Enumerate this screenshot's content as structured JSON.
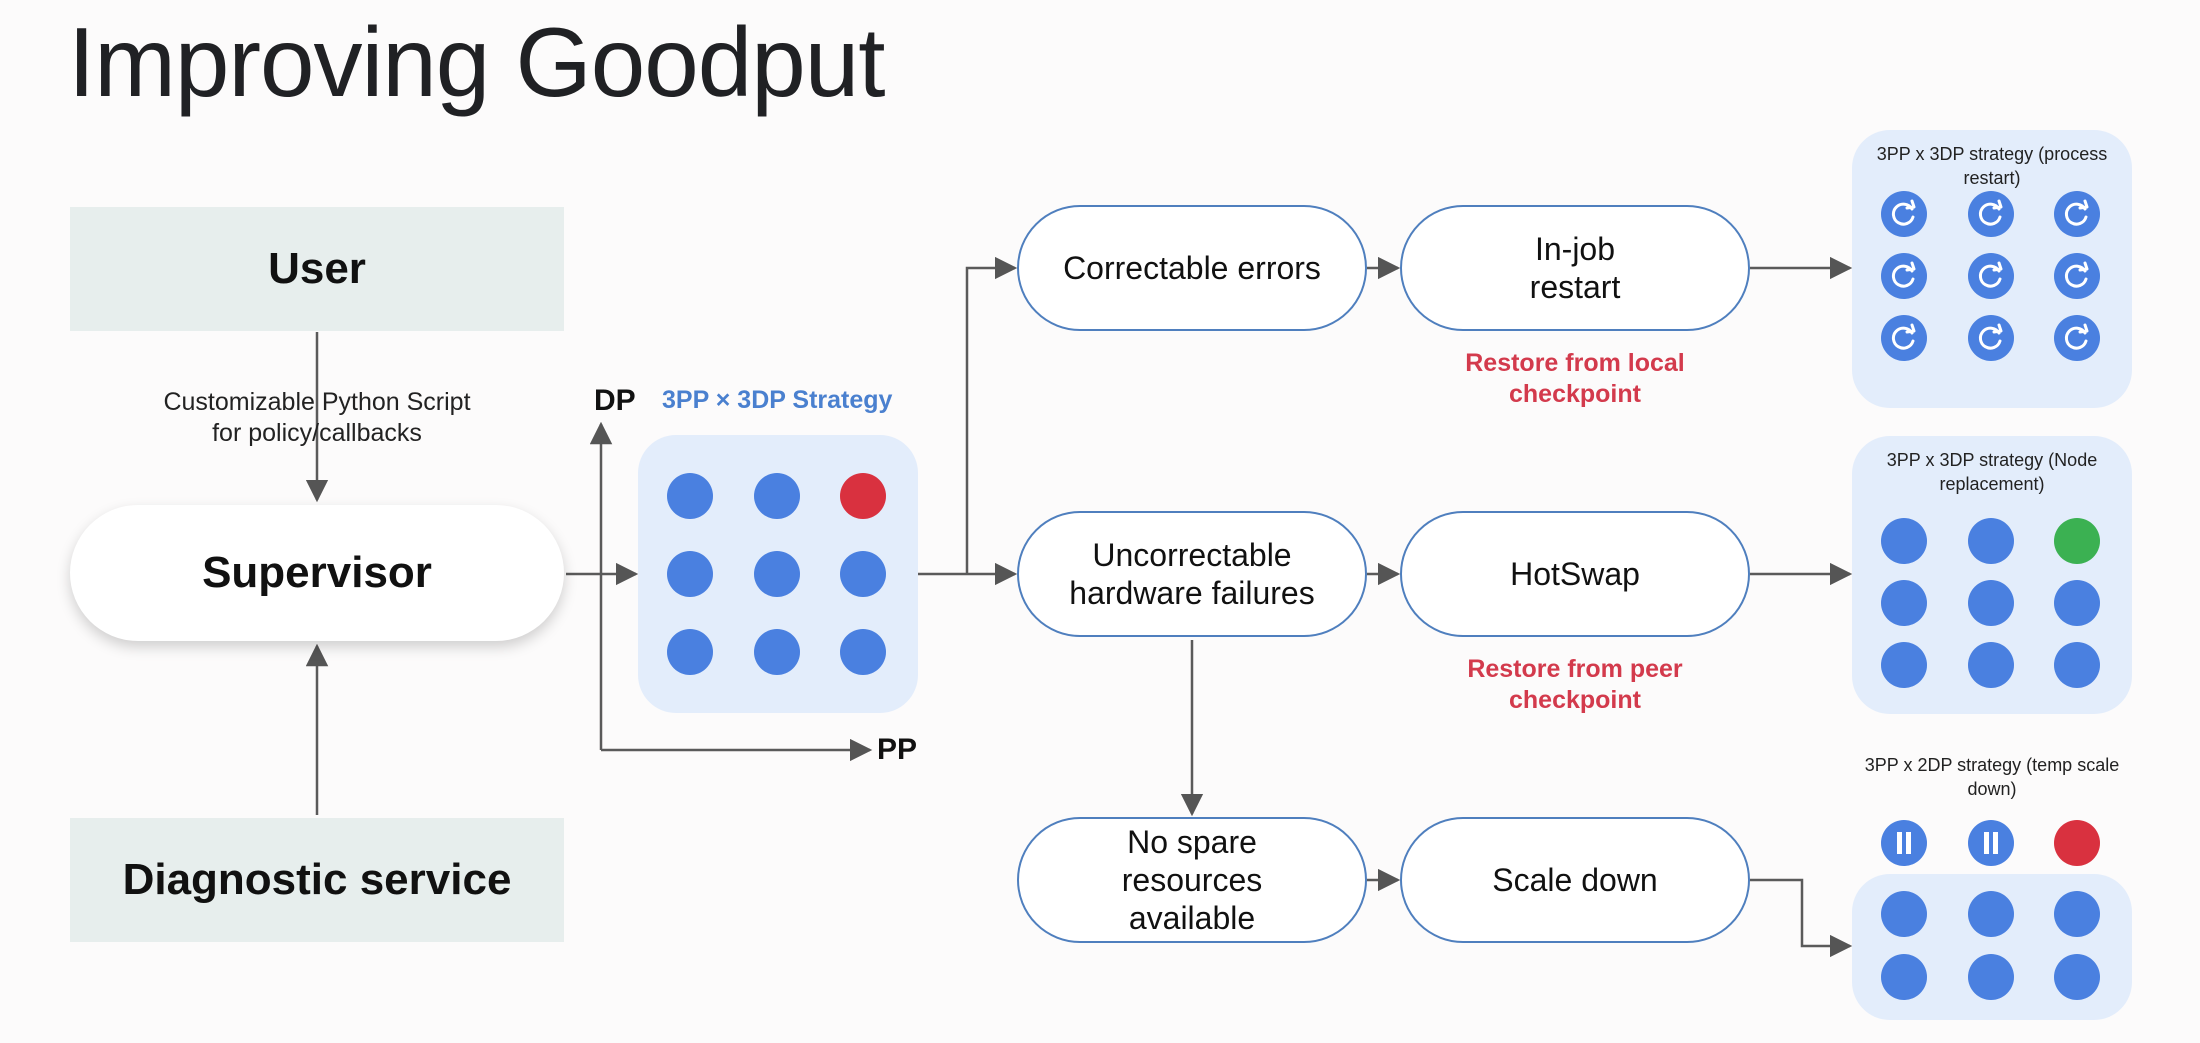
{
  "title": "Improving Goodput",
  "left": {
    "user_label": "User",
    "caption": "Customizable Python Script for policy/callbacks",
    "supervisor_label": "Supervisor",
    "diagnostic_label": "Diagnostic service"
  },
  "strategy_grid": {
    "label": "3PP × 3DP Strategy",
    "y_axis_label": "DP",
    "x_axis_label": "PP",
    "dots": [
      "blue",
      "blue",
      "red",
      "blue",
      "blue",
      "blue",
      "blue",
      "blue",
      "blue"
    ]
  },
  "flows": {
    "correctable_label": "Correctable errors",
    "uncorrectable_label": "Uncorrectable hardware failures",
    "no_spare_label": "No spare resources available",
    "in_job_restart_label": "In-job restart",
    "hotswap_label": "HotSwap",
    "scale_down_label": "Scale down",
    "restore_local_note": "Restore from local checkpoint",
    "restore_peer_note": "Restore from peer checkpoint"
  },
  "outcomes": {
    "process_restart_caption": "3PP x 3DP strategy (process restart)",
    "node_replacement_caption": "3PP x 3DP strategy (Node replacement)",
    "scale_down_caption": "3PP x 2DP strategy (temp scale down)",
    "node_replacement_dots": [
      "blue",
      "blue",
      "green",
      "blue",
      "blue",
      "blue",
      "blue",
      "blue",
      "blue"
    ],
    "scale_down_header_dots": [
      "pause-icon",
      "pause-icon",
      "red"
    ]
  },
  "colors": {
    "accent_blue": "#4a80e0",
    "failed_red": "#d9313f",
    "replaced_green": "#3bb152",
    "note_red": "#d33a4c",
    "panel_bg": "#e3edfb",
    "pill_border": "#4f7fbe",
    "grey_box": "#e7eeed"
  }
}
